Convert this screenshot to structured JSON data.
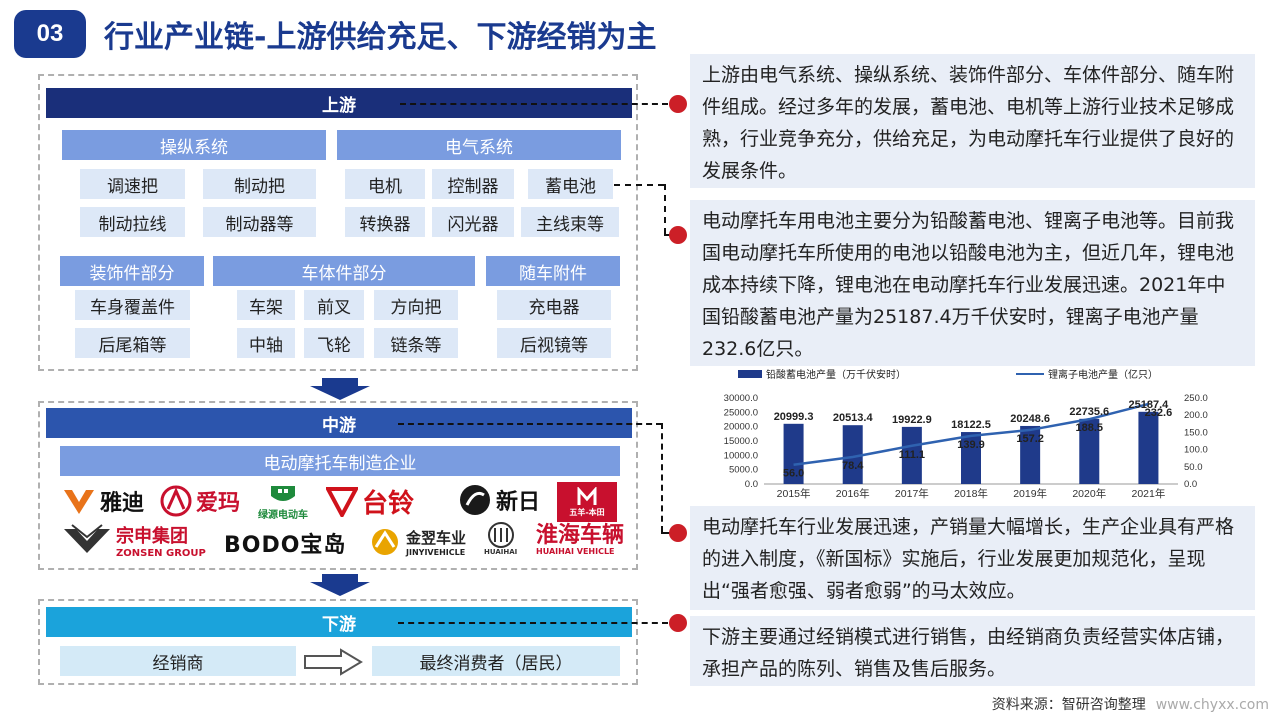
{
  "header": {
    "badge": "03",
    "title": "行业产业链-上游供给充足、下游经销为主"
  },
  "upstream": {
    "label": "上游",
    "categories": [
      {
        "name": "操纵系统",
        "items": [
          "调速把",
          "制动把",
          "制动拉线",
          "制动器等"
        ]
      },
      {
        "name": "电气系统",
        "items": [
          "电机",
          "控制器",
          "蓄电池",
          "转换器",
          "闪光器",
          "主线束等"
        ]
      },
      {
        "name": "装饰件部分",
        "items": [
          "车身覆盖件",
          "后尾箱等"
        ]
      },
      {
        "name": "车体件部分",
        "items": [
          "车架",
          "前叉",
          "方向把",
          "中轴",
          "飞轮",
          "链条等"
        ]
      },
      {
        "name": "随车附件",
        "items": [
          "充电器",
          "后视镜等"
        ]
      }
    ]
  },
  "midstream": {
    "label": "中游",
    "sub": "电动摩托车制造企业",
    "brands": [
      {
        "name": "雅迪",
        "icon": "yadea-logo-icon",
        "color": "#e8731a"
      },
      {
        "name": "爱玛",
        "icon": "aima-logo-icon",
        "color": "#c8102e"
      },
      {
        "name": "绿源电动车",
        "icon": "luyuan-logo-icon",
        "color": "#1e8a3c"
      },
      {
        "name": "台铃",
        "icon": "tailg-logo-icon",
        "color": "#d0121b"
      },
      {
        "name": "新日",
        "icon": "sunra-logo-icon",
        "color": "#111111"
      },
      {
        "name": "五羊-本田",
        "icon": "wuyang-honda-logo-icon",
        "color": "#c8102e"
      },
      {
        "name": "宗申集团",
        "sub": "ZONSEN GROUP",
        "icon": "zongshen-logo-icon",
        "color": "#c8102e"
      },
      {
        "name": "BODO宝岛",
        "icon": "bodo-logo-icon",
        "color": "#111111"
      },
      {
        "name": "金翌车业",
        "sub": "JINYIVEHICLE",
        "icon": "jinyi-logo-icon",
        "color": "#d98a00"
      },
      {
        "name": "HUAIHAI",
        "icon": "huaihai-mark-icon",
        "color": "#333333"
      },
      {
        "name": "淮海车辆",
        "sub": "HUAIHAI VEHICLE",
        "icon": "huaihai-logo-icon",
        "color": "#c8102e"
      }
    ]
  },
  "downstream": {
    "label": "下游",
    "left": "经销商",
    "right": "最终消费者（居民）"
  },
  "notes": [
    "上游由电气系统、操纵系统、装饰件部分、车体件部分、随车附件组成。经过多年的发展，蓄电池、电机等上游行业技术足够成熟，行业竞争充分，供给充足，为电动摩托车行业提供了良好的发展条件。",
    "电动摩托车用电池主要分为铅酸蓄电池、锂离子电池等。目前我国电动摩托车所使用的电池以铅酸电池为主，但近几年，锂电池成本持续下降，锂电池在电动摩托车行业发展迅速。2021年中国铅酸蓄电池产量为25187.4万千伏安时，锂离子电池产量232.6亿只。",
    "电动摩托车行业发展迅速，产销量大幅增长，生产企业具有严格的进入制度，《新国标》实施后，行业发展更加规范化，呈现出“强者愈强、弱者愈弱”的马太效应。",
    "下游主要通过经销模式进行销售，由经销商负责经营实体店铺，承担产品的陈列、销售及售后服务。"
  ],
  "chart_data": {
    "type": "bar",
    "categories": [
      "2015年",
      "2016年",
      "2017年",
      "2018年",
      "2019年",
      "2020年",
      "2021年"
    ],
    "series": [
      {
        "name": "铅酸蓄电池产量（万千伏安时）",
        "kind": "bar",
        "axis": "left",
        "values": [
          20999.3,
          20513.4,
          19922.9,
          18122.5,
          20248.6,
          22735.6,
          25187.4
        ],
        "color": "#1f3a8a"
      },
      {
        "name": "锂离子电池产量（亿只）",
        "kind": "line",
        "axis": "right",
        "values": [
          56.0,
          78.4,
          111.1,
          139.9,
          157.2,
          188.5,
          232.6
        ],
        "color": "#2f62b0"
      }
    ],
    "y_left": {
      "lim": [
        0,
        30000
      ],
      "ticks": [
        "0.0",
        "5000.0",
        "10000.0",
        "15000.0",
        "20000.0",
        "25000.0",
        "30000.0"
      ]
    },
    "y_right": {
      "lim": [
        0,
        250
      ],
      "ticks": [
        "0.0",
        "50.0",
        "100.0",
        "150.0",
        "200.0",
        "250.0"
      ]
    },
    "bar_labels": [
      "20999.3",
      "20513.4",
      "19922.9",
      "18122.5",
      "20248.6",
      "22735.6",
      "25187.4"
    ],
    "line_labels": [
      "56.0",
      "78.4",
      "111.1",
      "139.9",
      "157.2",
      "188.5",
      "232.6"
    ],
    "legend": "top"
  },
  "source": {
    "text": "资料来源：智研咨询整理",
    "url": "www.chyxx.com"
  }
}
